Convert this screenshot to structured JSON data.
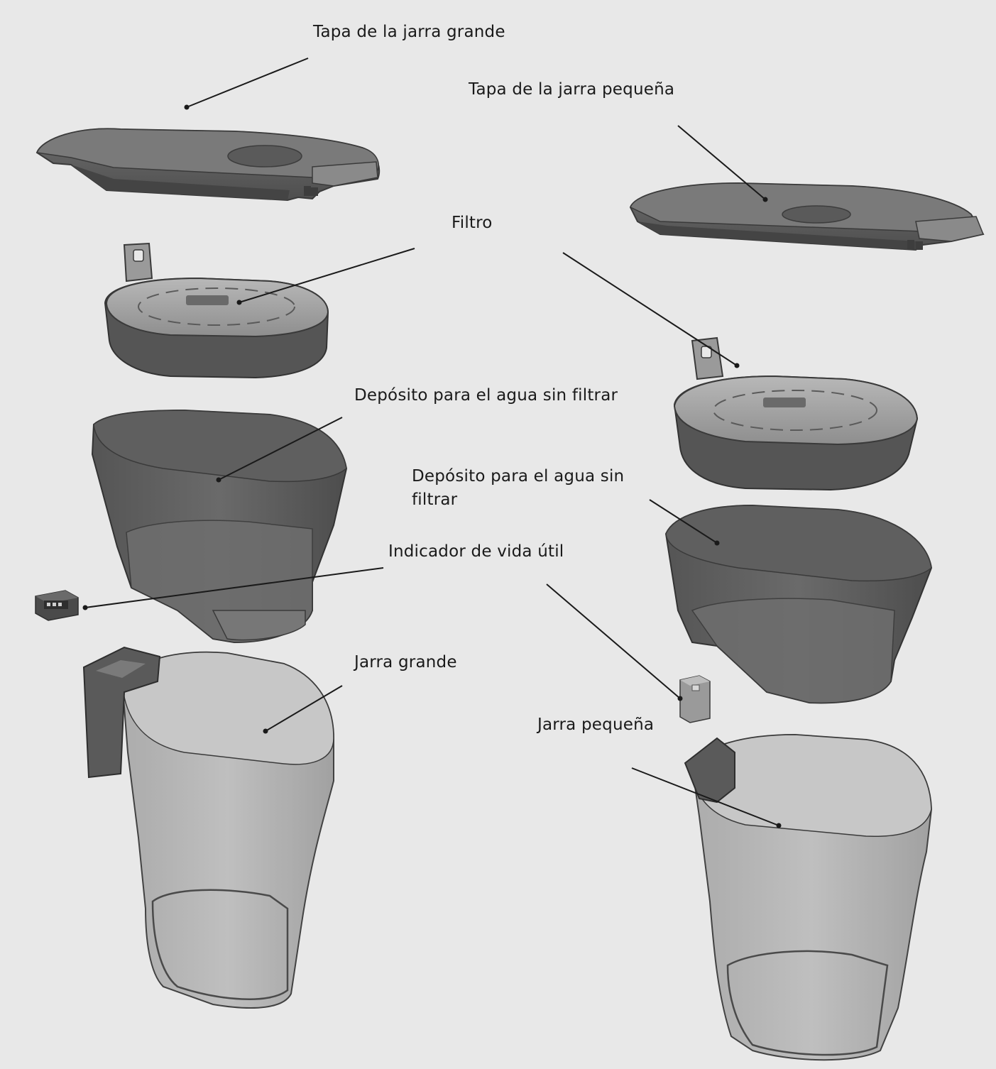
{
  "labels": {
    "lid_large": "Tapa de la jarra grande",
    "lid_small": "Tapa de la jarra pequeña",
    "filter": "Filtro",
    "reservoir_large": "Depósito para el agua sin filtrar",
    "reservoir_small": "Depósito para el agua sin filtrar",
    "indicator": "Indicador de vida útil",
    "jug_large": "Jarra grande",
    "jug_small": "Jarra pequeña"
  },
  "colors": {
    "background": "#e8e8e8",
    "part_dark": "#5a5a5a",
    "part_mid": "#7a7a7a",
    "part_light": "#a8a8a8",
    "leader_line": "#1a1a1a"
  }
}
